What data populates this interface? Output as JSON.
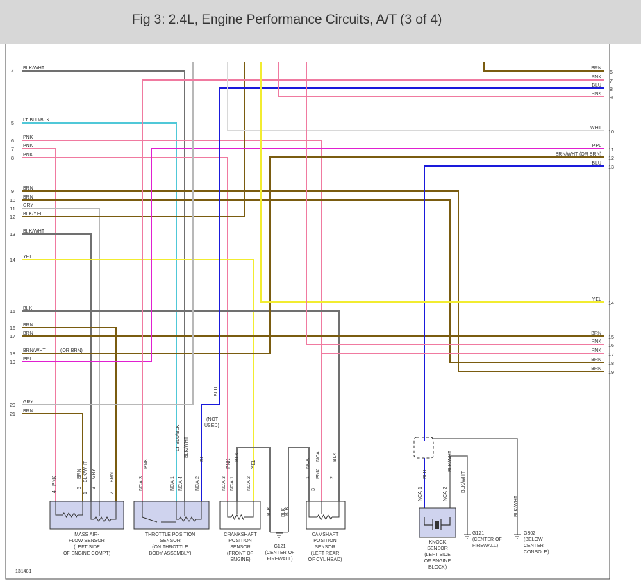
{
  "title": "Fig 3: 2.4L, Engine Performance Circuits, A/T (3 of 4)",
  "figure_id": "131481",
  "colors": {
    "blk": "#707070",
    "brn": "#7a5c10",
    "pnk": "#f07aa0",
    "blu": "#1a1adb",
    "ltblu": "#50c8d8",
    "gry": "#b8b8b8",
    "yel": "#f2ec30",
    "ppl": "#e020d0",
    "wht": "#d8d8d8",
    "sensor_fill": "#cfd3ee"
  },
  "left_wires": [
    {
      "num": "4",
      "label": "BLK/WHT"
    },
    {
      "num": "5",
      "label": "LT BLU/BLK"
    },
    {
      "num": "6",
      "label": "PNK"
    },
    {
      "num": "7",
      "label": "PNK"
    },
    {
      "num": "8",
      "label": "PNK"
    },
    {
      "num": "9",
      "label": "BRN"
    },
    {
      "num": "10",
      "label": "BRN"
    },
    {
      "num": "11",
      "label": "GRY"
    },
    {
      "num": "12",
      "label": "BLK/YEL"
    },
    {
      "num": "13",
      "label": "BLK/WHT"
    },
    {
      "num": "14",
      "label": "YEL"
    },
    {
      "num": "15",
      "label": "BLK"
    },
    {
      "num": "16",
      "label": "BRN"
    },
    {
      "num": "17",
      "label": "BRN"
    },
    {
      "num": "18",
      "label": "BRN/WHT"
    },
    {
      "num": "19",
      "label": "PPL"
    },
    {
      "num": "20",
      "label": "GRY"
    },
    {
      "num": "21",
      "label": "BRN"
    }
  ],
  "left_note_18": "(OR BRN)",
  "right_top_wires": [
    {
      "num": "6",
      "label": "BRN"
    },
    {
      "num": "7",
      "label": "PNK"
    },
    {
      "num": "8",
      "label": "BLU"
    },
    {
      "num": "9",
      "label": "PNK"
    },
    {
      "num": "10",
      "label": "WHT"
    },
    {
      "num": "11",
      "label": "PPL"
    },
    {
      "num": "12",
      "label": "BRN/WHT (OR BRN)"
    },
    {
      "num": "13",
      "label": "BLU"
    }
  ],
  "right_mid_wire": {
    "num": "14",
    "label": "YEL"
  },
  "right_bottom_wires": [
    {
      "num": "15",
      "label": "BRN"
    },
    {
      "num": "16",
      "label": "PNK"
    },
    {
      "num": "17",
      "label": "PNK"
    },
    {
      "num": "18",
      "label": "BRN"
    },
    {
      "num": "19",
      "label": "BRN"
    }
  ],
  "not_used": [
    "(NOT",
    "USED)"
  ],
  "blu_label": "BLU",
  "components": [
    {
      "name": "maf",
      "lines": [
        "MASS AIR-",
        "FLOW SENSOR",
        "(LEFT SIDE",
        "OF ENGINE COMPT)"
      ]
    },
    {
      "name": "tps",
      "lines": [
        "THROTTLE POSITION",
        "SENSOR",
        "(ON THROTTLE",
        "BODY ASSEMBLY)"
      ]
    },
    {
      "name": "ckp",
      "lines": [
        "CRANKSHAFT",
        "POSITION",
        "SENSOR",
        "(FRONT OF",
        "ENGINE)"
      ]
    },
    {
      "name": "g121a",
      "lines": [
        "G121",
        "(CENTER OF",
        "FIREWALL)"
      ]
    },
    {
      "name": "cmp",
      "lines": [
        "CAMSHAFT",
        "POSITION",
        "SENSOR",
        "(LEFT REAR",
        "OF CYL HEAD)"
      ]
    },
    {
      "name": "knock",
      "lines": [
        "KNOCK",
        "SENSOR",
        "(LEFT SIDE",
        "OF ENGINE",
        "BLOCK)"
      ]
    },
    {
      "name": "g121b",
      "lines": [
        "G121",
        "(CENTER OF",
        "FIREWALL)"
      ]
    },
    {
      "name": "g302",
      "lines": [
        "G302",
        "(BELOW",
        "CENTER",
        "CONSOLE)"
      ]
    }
  ],
  "pins": {
    "maf": [
      "4",
      "PNK",
      "5",
      "BRN",
      "1",
      "BLK/WHT",
      "3",
      "GRY",
      "2",
      "BRN"
    ],
    "tps": [
      "NCA",
      "3",
      "PNK",
      "NCA",
      "1",
      "LT BLU/BLK",
      "NCA",
      "4",
      "BLK/WHT",
      "NCA",
      "2",
      "BLU"
    ],
    "ckp": [
      "NCA",
      "3",
      "PNK",
      "NCA",
      "1",
      "BLK",
      "NCA",
      "2",
      "YEL"
    ],
    "cmp": [
      "BLK",
      "1",
      "NCA",
      "3",
      "PNK",
      "NCA",
      "2",
      "BLK"
    ],
    "knock": [
      "NCA",
      "1",
      "BLU",
      "NCA",
      "2",
      "BLK/WHT"
    ],
    "ground_labels": [
      "BLK",
      "BLK",
      "BLK/WHT",
      "BLK/WHT"
    ]
  }
}
